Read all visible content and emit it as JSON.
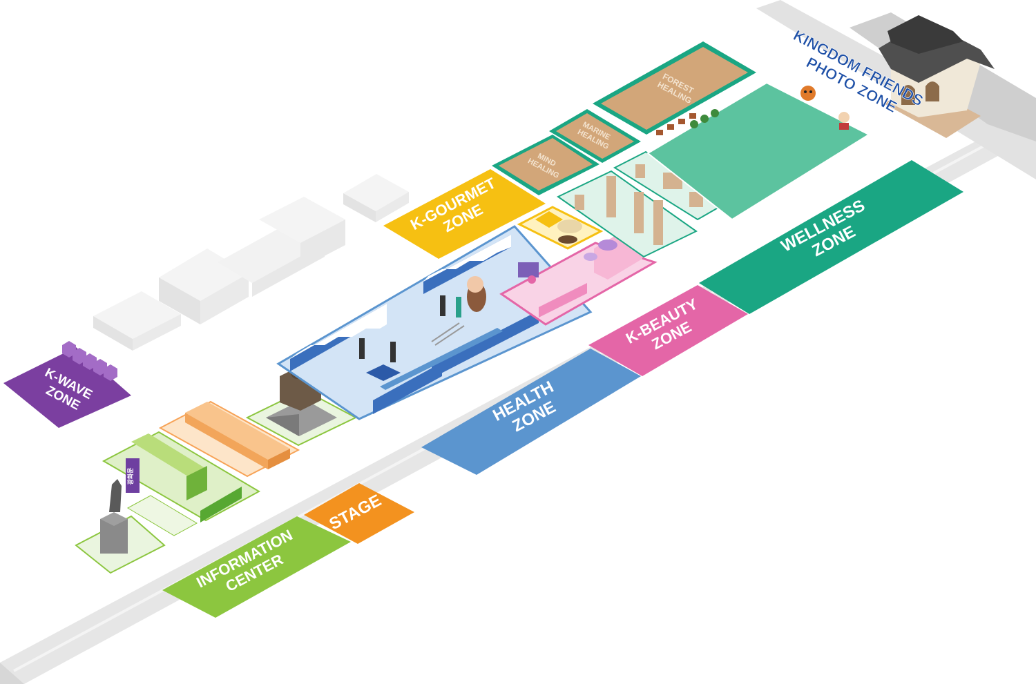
{
  "map": {
    "zones": [
      {
        "id": "k-wave",
        "lines": [
          "K-WAVE",
          "ZONE"
        ],
        "color": "#7b3fa0"
      },
      {
        "id": "information-center",
        "lines": [
          "INFORMATION",
          "CENTER"
        ],
        "color": "#8cc63f"
      },
      {
        "id": "stage",
        "lines": [
          "STAGE"
        ],
        "color": "#f3921f"
      },
      {
        "id": "health",
        "lines": [
          "HEALTH",
          "ZONE"
        ],
        "color": "#5b95cf"
      },
      {
        "id": "k-beauty",
        "lines": [
          "K-BEAUTY",
          "ZONE"
        ],
        "color": "#e466a7"
      },
      {
        "id": "wellness",
        "lines": [
          "WELLNESS",
          "ZONE"
        ],
        "color": "#1aa683"
      },
      {
        "id": "k-gourmet",
        "lines": [
          "K-GOURMET",
          "ZONE"
        ],
        "color": "#f6c012"
      }
    ],
    "healing_areas": [
      {
        "id": "mind",
        "lines": [
          "MIND",
          "HEALING"
        ]
      },
      {
        "id": "marine",
        "lines": [
          "MARINE",
          "HEALING"
        ]
      },
      {
        "id": "forest",
        "lines": [
          "FOREST",
          "HEALING"
        ]
      }
    ],
    "photo_zone": {
      "lines": [
        "KINGDOM FRIENDS",
        "PHOTO ZONE"
      ]
    },
    "signpost_text": "광화문"
  }
}
